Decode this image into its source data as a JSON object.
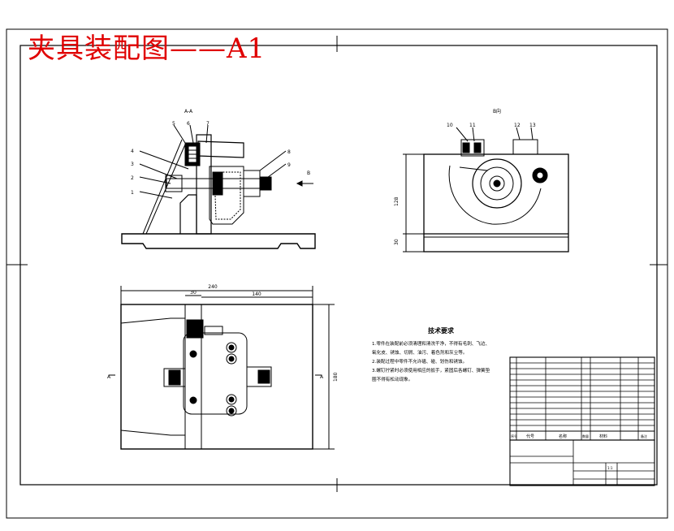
{
  "title": "夹具装配图——A1",
  "views": {
    "section_label": "A-A",
    "side_label": "B向",
    "direction_b": "B",
    "direction_a": "A"
  },
  "part_balloons_section": [
    "5",
    "6",
    "7",
    "4",
    "3",
    "2",
    "1",
    "8",
    "9"
  ],
  "part_balloons_side": [
    "10",
    "11",
    "12",
    "13"
  ],
  "dimensions": {
    "overall_width": "240",
    "left_width": "30",
    "right_width": "140",
    "plan_height": "180",
    "side_height": "128",
    "side_base": "30"
  },
  "tech_requirements": {
    "title": "技术要求",
    "lines": [
      "1.零件在装配前必须清理和清洗干净，不得有毛刺、飞边、",
      "氧化皮、锈蚀、切屑、油污、着色剂和灰尘等。",
      "2.装配过程中零件不允许磕、碰、划伤和锈蚀。",
      "3.螺钉拧紧时必须使用相应的扳手，紧固后各螺钉、弹簧垫",
      "圈不得有松动现象。"
    ]
  },
  "title_block": {
    "header_seq": "序号",
    "header_code": "代号",
    "header_name": "名称",
    "header_qty": "数量",
    "header_material": "材料",
    "header_remark": "备注",
    "scale": "1:1"
  },
  "colors": {
    "line": "#000000",
    "title": "#e00000"
  }
}
